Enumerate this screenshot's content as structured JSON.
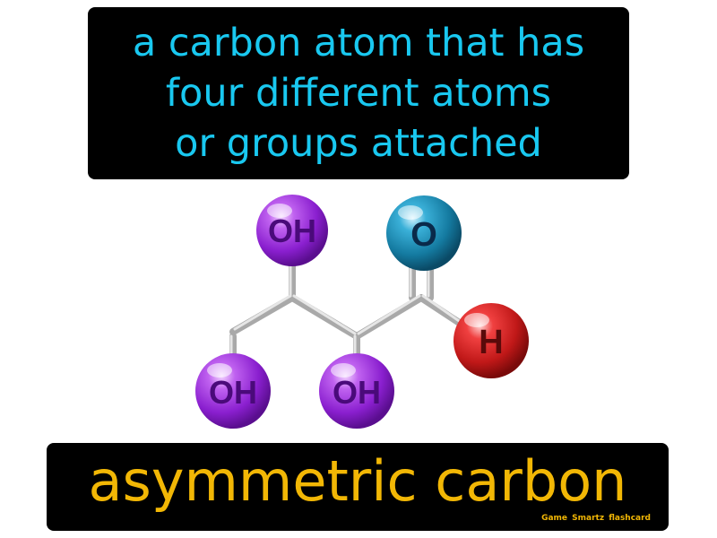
{
  "definition": {
    "lines": [
      "a carbon atom that has",
      "four different atoms",
      "or groups attached"
    ]
  },
  "molecule": {
    "atoms": {
      "oh_top": "OH",
      "o_top": "O",
      "h_right": "H",
      "oh_bottom_left": "OH",
      "oh_bottom_middle": "OH"
    },
    "colors": {
      "oh": "#9b2fd6",
      "oh_text": "#4a0a7a",
      "o": "#1e90b8",
      "o_text": "#0a2a4a",
      "h": "#d8202a",
      "h_text": "#5a0a0a"
    }
  },
  "term": {
    "title": "asymmetric carbon",
    "brand": "Game Smartz flashcard"
  },
  "colors": {
    "definition_text": "#19c8f0",
    "term_text": "#f2b705",
    "box_background": "#000000"
  }
}
